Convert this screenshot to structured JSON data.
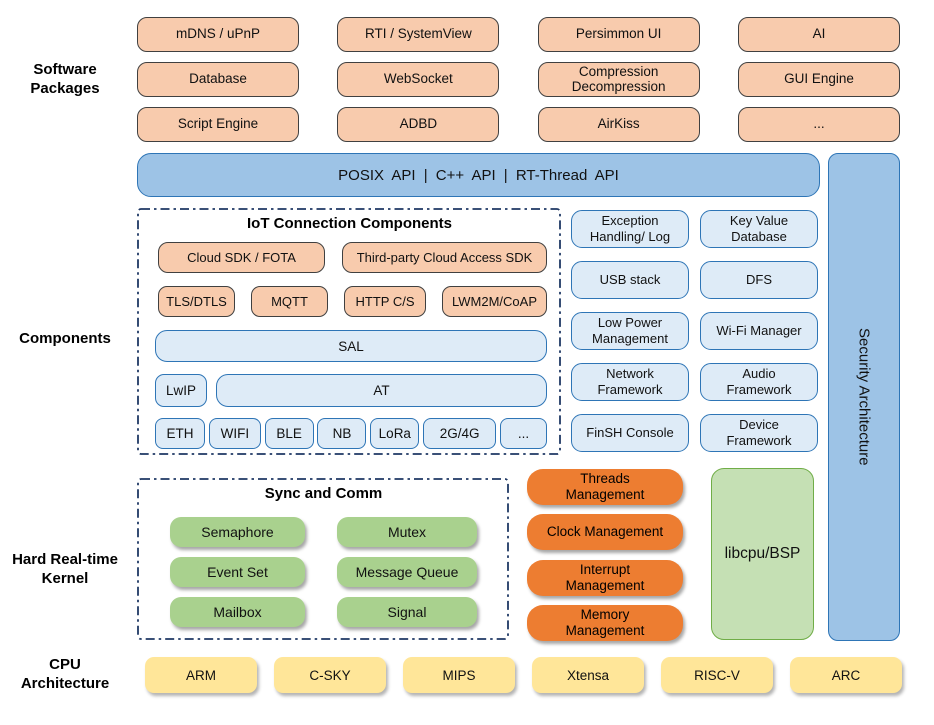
{
  "section_labels": {
    "software_packages": "Software\nPackages",
    "components": "Components",
    "kernel": "Hard Real-time\nKernel",
    "cpu": "CPU\nArchitecture"
  },
  "software_packages": {
    "items": [
      "mDNS / uPnP",
      "RTI / SystemView",
      "Persimmon UI",
      "AI",
      "Database",
      "WebSocket",
      "Compression\nDecompression",
      "GUI Engine",
      "Script Engine",
      "ADBD",
      "AirKiss",
      "..."
    ]
  },
  "api_bar": {
    "label": "POSIX API | C++ API | RT-Thread API"
  },
  "security_bar": {
    "label": "Security Architecture"
  },
  "iot": {
    "title": "IoT Connection Components",
    "cloud_row": [
      "Cloud SDK / FOTA",
      "Third-party Cloud Access SDK"
    ],
    "protocol_row": [
      "TLS/DTLS",
      "MQTT",
      "HTTP C/S",
      "LWM2M/CoAP"
    ],
    "sal_label": "SAL",
    "lwip_label": "LwIP",
    "at_label": "AT",
    "link_row": [
      "ETH",
      "WIFI",
      "BLE",
      "NB",
      "LoRa",
      "2G/4G",
      "..."
    ]
  },
  "service_boxes": {
    "items": [
      "Exception\nHandling/ Log",
      "Key Value\nDatabase",
      "USB stack",
      "DFS",
      "Low Power\nManagement",
      "Wi-Fi Manager",
      "Network\nFramework",
      "Audio\nFramework",
      "FinSH Console",
      "Device\nFramework"
    ]
  },
  "kernel_section": {
    "sync_title": "Sync and Comm",
    "sync_items": [
      "Semaphore",
      "Mutex",
      "Event Set",
      "Message Queue",
      "Mailbox",
      "Signal"
    ],
    "mgmt_items": [
      "Threads\nManagement",
      "Clock Management",
      "Interrupt\nManagement",
      "Memory\nManagement"
    ],
    "libcpu_label": "libcpu/BSP"
  },
  "cpu_row": {
    "items": [
      "ARM",
      "C-SKY",
      "MIPS",
      "Xtensa",
      "RISC-V",
      "ARC"
    ]
  },
  "colors": {
    "peach": "#F8CBAD",
    "blue_fill": "#9DC3E6",
    "blue_border": "#2E75B6",
    "light_blue": "#DEEBF7",
    "green": "#A9D18E",
    "light_green": "#C5E0B4",
    "green_border": "#70AD47",
    "orange": "#ED7D31",
    "yellow": "#FFE699",
    "dash_border": "#1F3864"
  }
}
